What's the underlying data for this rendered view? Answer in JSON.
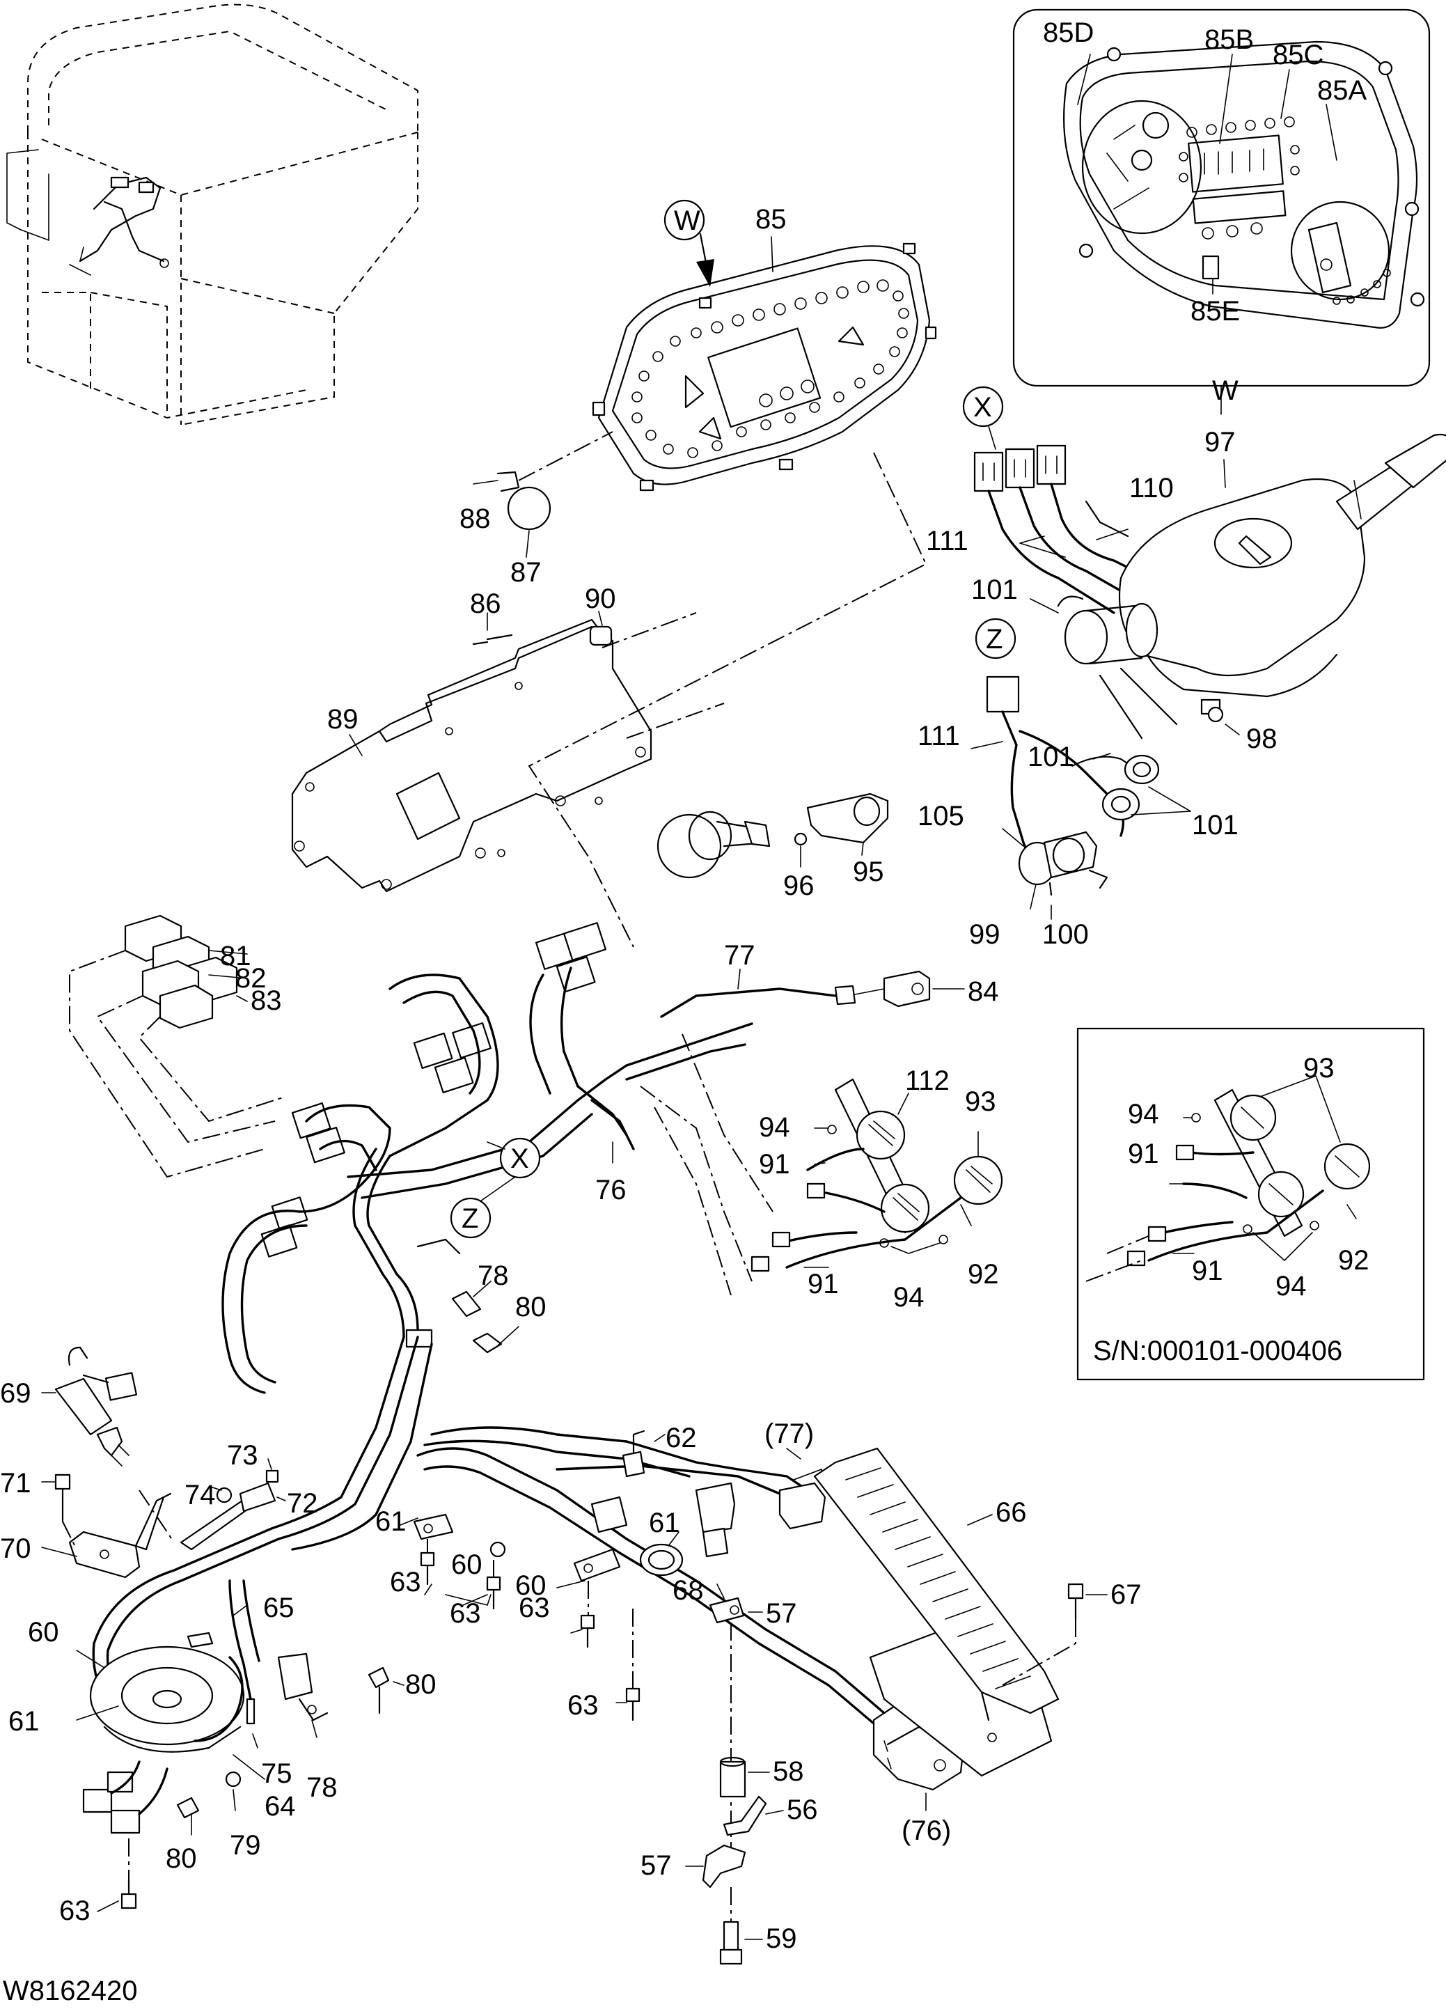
{
  "figure_code": "W8162420",
  "inset_detail_w": {
    "view_label": "W",
    "callouts": [
      "85D",
      "85B",
      "85C",
      "85A",
      "85E"
    ]
  },
  "inset_serial": {
    "serial_text": "S/N:000101-000406",
    "callouts": [
      "93",
      "94",
      "91",
      "92",
      "91",
      "94"
    ]
  },
  "view_markers": [
    "W",
    "X",
    "Z",
    "X",
    "Z"
  ],
  "callouts": {
    "c85": "85",
    "c88": "88",
    "c87": "87",
    "c86": "86",
    "c90": "90",
    "c89": "89",
    "c97": "97",
    "c110": "110",
    "c111a": "111",
    "c101a": "101",
    "c98": "98",
    "c111b": "111",
    "c101b": "101",
    "c101c": "101",
    "c105": "105",
    "c99": "99",
    "c100": "100",
    "c96": "96",
    "c95": "95",
    "c81": "81",
    "c82": "82",
    "c83": "83",
    "c77": "77",
    "c84": "84",
    "c112": "112",
    "c93": "93",
    "c94a": "94",
    "c91a": "91",
    "c76a": "76",
    "c92": "92",
    "c91b": "91",
    "c94b": "94",
    "c78a": "78",
    "c80a": "80",
    "c69": "69",
    "c71": "71",
    "c73": "73",
    "c74": "74",
    "c72": "72",
    "c70": "70",
    "c62": "62",
    "c77p": "(77)",
    "c66": "66",
    "c61a": "61",
    "c60a": "60",
    "c60b": "60",
    "c61b": "61",
    "c63a": "63",
    "c63b": "63",
    "c68": "68",
    "c57a": "57",
    "c67": "67",
    "c63c": "63",
    "c60c": "60",
    "c65": "65",
    "c80b": "80",
    "c61c": "61",
    "c75": "75",
    "c78b": "78",
    "c64": "64",
    "c79": "79",
    "c80c": "80",
    "c63d": "63",
    "c58": "58",
    "c56": "56",
    "c57b": "57",
    "c76b": "(76)",
    "c59": "59"
  }
}
